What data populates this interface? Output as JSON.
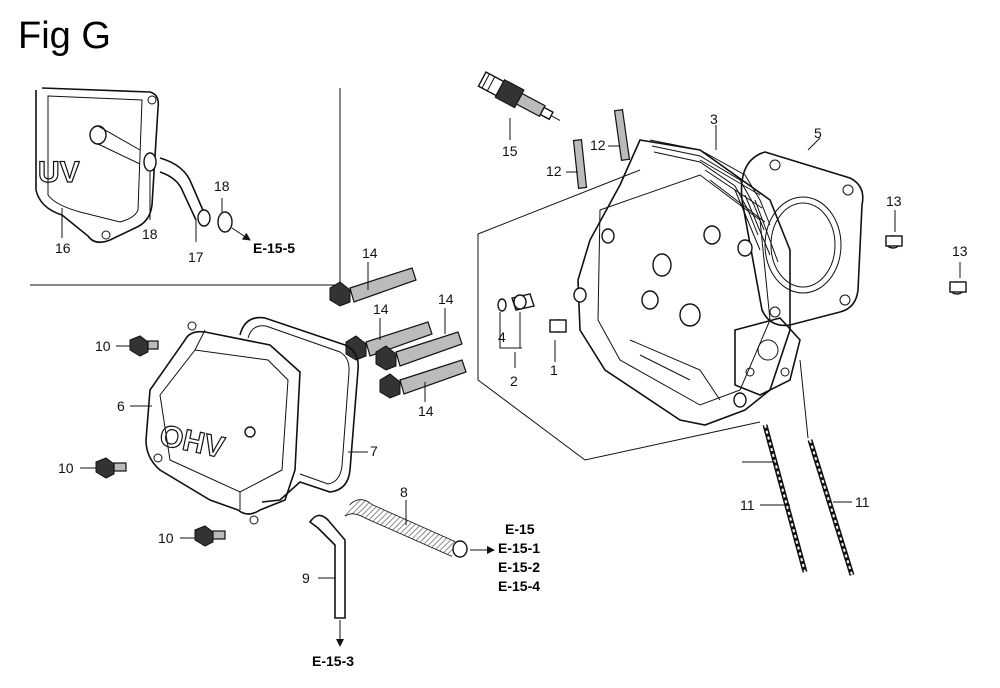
{
  "figure_title": "Fig G",
  "parts": {
    "p1": "1",
    "p2": "2",
    "p3": "3",
    "p4": "4",
    "p5": "5",
    "p6": "6",
    "p7": "7",
    "p8": "8",
    "p9": "9",
    "p10": "10",
    "p11": "11",
    "p12": "12",
    "p13": "13",
    "p14": "14",
    "p15": "15",
    "p16": "16",
    "p17": "17",
    "p18": "18"
  },
  "refs": {
    "e15_5": "E-15-5",
    "e15": "E-15",
    "e15_1": "E-15-1",
    "e15_2": "E-15-2",
    "e15_4": "E-15-4",
    "e15_3": "E-15-3"
  },
  "cover_text": "OHV"
}
